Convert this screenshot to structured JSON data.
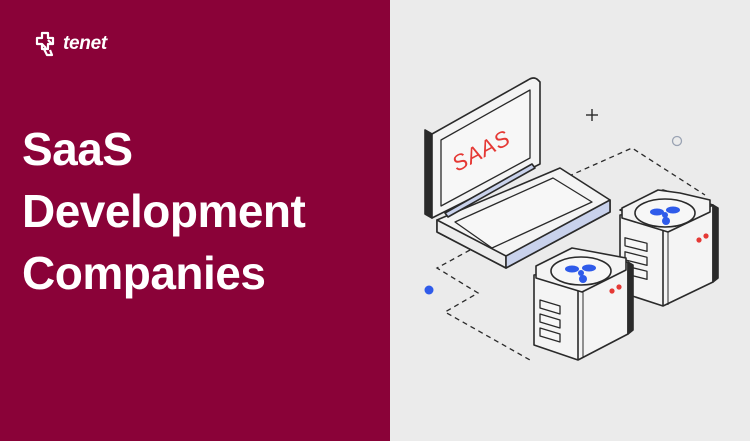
{
  "brand": {
    "logo_text": "tenet",
    "logo_icon": "puzzle-cross-icon"
  },
  "headline": {
    "lines": [
      "SaaS",
      "Development",
      "Companies"
    ]
  },
  "illustration": {
    "laptop_screen_text": "SAAS",
    "elements": [
      "laptop-icon",
      "server-icon",
      "server-icon",
      "fan-icon",
      "plus-icon",
      "circle-icon",
      "dot-icon",
      "dashed-connector"
    ]
  },
  "colors": {
    "left_bg": "#8a0238",
    "right_bg": "#ebebeb",
    "accent_red": "#e53935",
    "accent_blue": "#2f5bea",
    "line": "#2a2a2a",
    "highlight": "#c9d2ec"
  }
}
